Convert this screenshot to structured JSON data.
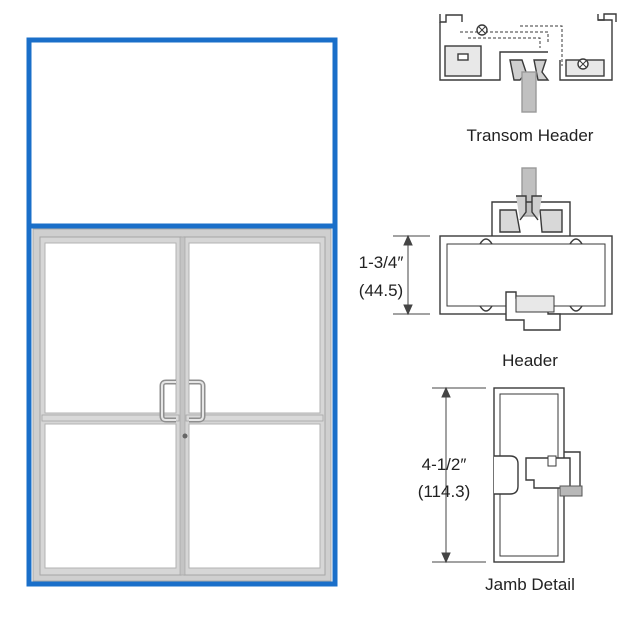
{
  "labels": {
    "transom_header": "Transom Header",
    "header": "Header",
    "jamb_detail": "Jamb Detail"
  },
  "dimensions": {
    "header_height_in": "1-3/4″",
    "header_height_mm": "(44.5)",
    "jamb_depth_in": "4-1/2″",
    "jamb_depth_mm": "(114.3)"
  },
  "colors": {
    "transom_frame": "#1a6fc9",
    "door_frame": "#c8c8c8",
    "door_frame_edge": "#a6a6a6",
    "glass": "#ffffff",
    "profile_line": "#3a3a3a",
    "profile_fill": "#b8b8b8",
    "dimension_line": "#444444"
  }
}
